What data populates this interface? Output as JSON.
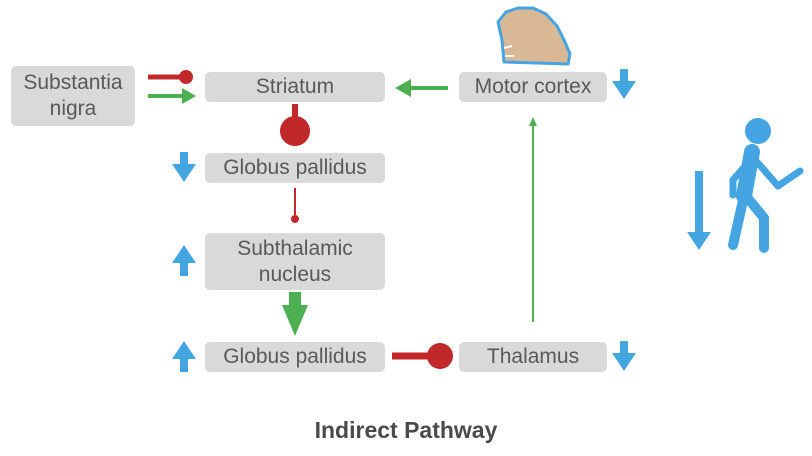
{
  "diagram": {
    "title": "Indirect Pathway",
    "nodes": {
      "substantia_nigra": "Substantia\nnigra",
      "striatum": "Striatum",
      "motor_cortex": "Motor cortex",
      "globus_pallidus_external": "Globus pallidus",
      "subthalamic_nucleus": "Subthalamic\nnucleus",
      "globus_pallidus_internal": "Globus pallidus",
      "thalamus": "Thalamus"
    },
    "activity": {
      "motor_cortex": "decreased",
      "globus_pallidus_external": "decreased",
      "subthalamic_nucleus": "increased",
      "globus_pallidus_internal": "increased",
      "thalamus": "decreased",
      "movement": "decreased"
    },
    "connections": [
      {
        "from": "substantia_nigra",
        "to": "striatum",
        "type": "inhibitory"
      },
      {
        "from": "substantia_nigra",
        "to": "striatum",
        "type": "excitatory"
      },
      {
        "from": "motor_cortex",
        "to": "striatum",
        "type": "excitatory"
      },
      {
        "from": "striatum",
        "to": "globus_pallidus_external",
        "type": "inhibitory"
      },
      {
        "from": "globus_pallidus_external",
        "to": "subthalamic_nucleus",
        "type": "inhibitory"
      },
      {
        "from": "subthalamic_nucleus",
        "to": "globus_pallidus_internal",
        "type": "excitatory"
      },
      {
        "from": "globus_pallidus_internal",
        "to": "thalamus",
        "type": "inhibitory"
      },
      {
        "from": "thalamus",
        "to": "motor_cortex",
        "type": "excitatory"
      }
    ],
    "colors": {
      "box": "#d9d9d9",
      "text": "#595959",
      "inhibitory": "#c0282a",
      "excitatory": "#4caf50",
      "activity_arrow": "#45a5e2",
      "brain_fill": "#d9b896",
      "brain_outline": "#45a5e2"
    },
    "icons": [
      "brain-icon",
      "walking-person-icon"
    ]
  }
}
